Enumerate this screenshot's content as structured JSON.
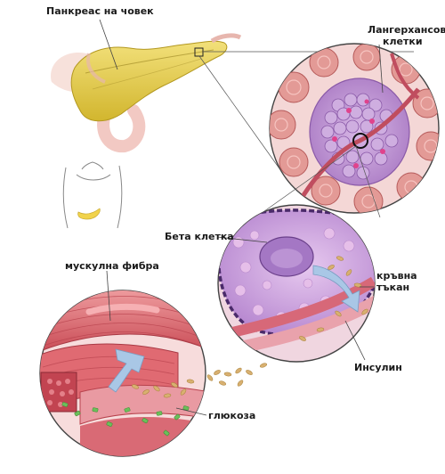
{
  "labels": {
    "pancreas": "Панкреас на човек",
    "islets_line1": "Лангерхансови",
    "islets_line2": "клетки",
    "beta_cell": "Бета клетка",
    "blood_line1": "кръвна",
    "blood_line2": "тъкан",
    "insulin": "Инсулин",
    "muscle": "мускулна фибра",
    "glucose": "глюкоза"
  },
  "colors": {
    "pancreas": "#e8d04a",
    "islet": "#b58ac9",
    "acinar": "#d98a86",
    "beta_cell": "#c9a0d8",
    "muscle": "#d9656b",
    "glucose": "#6bbf5a",
    "insulin_granules": "#d8b070",
    "arrow": "#a9c7e6"
  }
}
